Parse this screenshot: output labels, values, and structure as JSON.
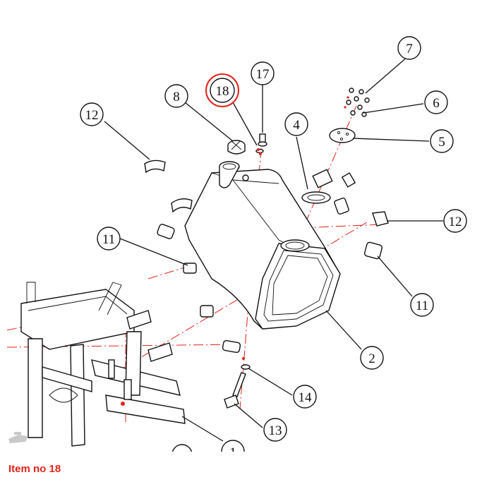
{
  "caption": "Item no 18",
  "highlight_color": "#e2231a",
  "callouts": [
    {
      "id": "c1",
      "label": "1"
    },
    {
      "id": "c2",
      "label": "2"
    },
    {
      "id": "c4",
      "label": "4"
    },
    {
      "id": "c5",
      "label": "5"
    },
    {
      "id": "c6",
      "label": "6"
    },
    {
      "id": "c7",
      "label": "7"
    },
    {
      "id": "c8",
      "label": "8"
    },
    {
      "id": "c11a",
      "label": "11"
    },
    {
      "id": "c11b",
      "label": "11"
    },
    {
      "id": "c12a",
      "label": "12"
    },
    {
      "id": "c12b",
      "label": "12"
    },
    {
      "id": "c13",
      "label": "13"
    },
    {
      "id": "c14",
      "label": "14"
    },
    {
      "id": "c17",
      "label": "17"
    },
    {
      "id": "c18",
      "label": "18"
    }
  ]
}
